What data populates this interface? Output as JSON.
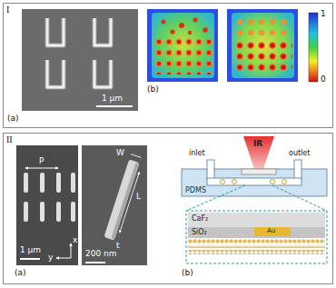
{
  "diagram": {
    "nodes": [
      {
        "text": [
          "I"
        ]
      },
      {
        "text": [
          "II"
        ]
      }
    ],
    "labels": [
      "1 μm",
      "(a)",
      "(b)",
      "1",
      "0",
      "P",
      "1 μm",
      "x",
      "y",
      "W",
      "L",
      "t",
      "200 nm",
      "(a)",
      "IR",
      "inlet",
      "outlet",
      "PDMS",
      "CaF₂",
      "SiO₂",
      "Au",
      "(b)"
    ]
  }
}
